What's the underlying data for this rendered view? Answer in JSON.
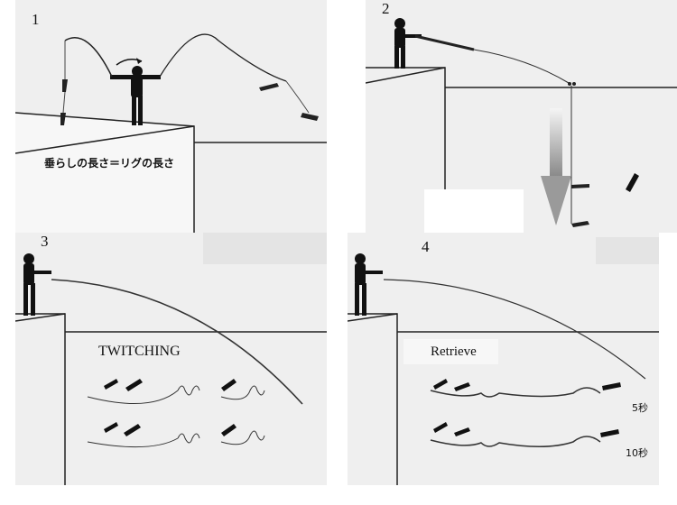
{
  "panels": [
    {
      "number": "1",
      "caption": "垂らしの長さ＝リグの長さ"
    },
    {
      "number": "2"
    },
    {
      "number": "3",
      "caption": "TWITCHING"
    },
    {
      "number": "4",
      "caption": "Retrieve",
      "marks": [
        "5秒",
        "10秒"
      ]
    }
  ]
}
